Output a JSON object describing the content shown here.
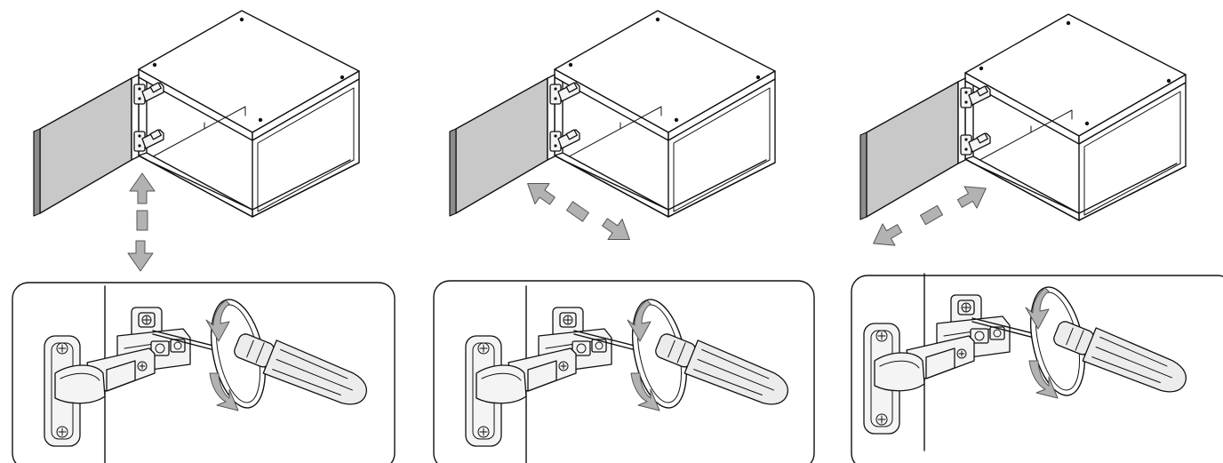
{
  "colors": {
    "door_fill": "#c8c8c8",
    "door_edge": "#8c8c8c",
    "arrow_fill": "#b2b2b2",
    "line": "#111111"
  },
  "steps": [
    {
      "id": "vertical-adjustment",
      "adjustment_direction": "up-down",
      "arrow_icon": "double-arrow-vertical-icon",
      "rotate_icon": "rotate-arrows-icon"
    },
    {
      "id": "depth-adjustment",
      "adjustment_direction": "diagonal-in-out",
      "arrow_icon": "double-arrow-diagonal-icon",
      "rotate_icon": "rotate-arrows-icon"
    },
    {
      "id": "side-adjustment",
      "adjustment_direction": "diagonal-left-right",
      "arrow_icon": "double-arrow-diagonal-icon",
      "rotate_icon": "rotate-arrows-icon"
    }
  ]
}
